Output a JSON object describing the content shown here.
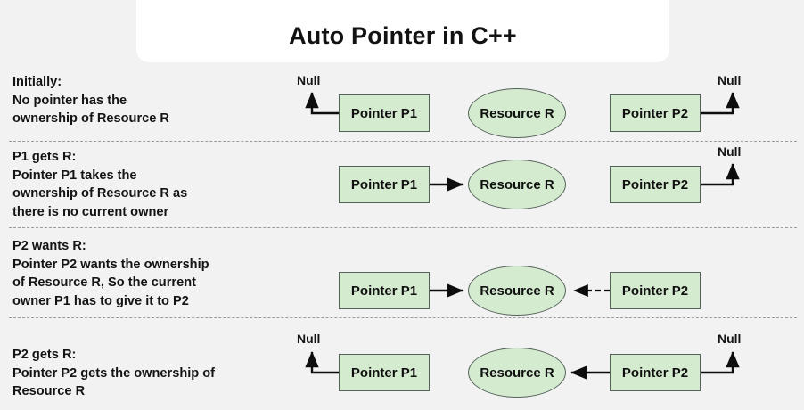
{
  "title": "Auto Pointer in C++",
  "colors": {
    "background": "#f2f2f2",
    "card": "#ffffff",
    "node_fill": "#d5ebd0",
    "node_stroke": "#55625a",
    "separator": "#9b9b9b",
    "text": "#141414"
  },
  "labels": {
    "pointer_p1": "Pointer P1",
    "pointer_p2": "Pointer P2",
    "resource_r": "Resource R",
    "null": "Null"
  },
  "rows": [
    {
      "id": "initially",
      "heading": "Initially:",
      "body_lines": [
        "No pointer has the",
        "ownership of Resource R"
      ],
      "p1_null": "Null",
      "p2_null": "Null",
      "p1_to_r": "none",
      "p2_to_r": "none"
    },
    {
      "id": "p1-gets-r",
      "heading": "P1 gets R:",
      "body_lines": [
        "Pointer P1 takes the",
        "ownership of Resource R as",
        "there is no current owner"
      ],
      "p1_null": "",
      "p2_null": "Null",
      "p1_to_r": "solid",
      "p2_to_r": "none"
    },
    {
      "id": "p2-wants-r",
      "heading": "P2 wants R:",
      "body_lines": [
        "Pointer P2 wants the ownership",
        "of Resource R, So the current",
        "owner P1 has to give it to P2"
      ],
      "p1_null": "",
      "p2_null": "",
      "p1_to_r": "solid",
      "p2_to_r": "dashed"
    },
    {
      "id": "p2-gets-r",
      "heading": "P2 gets R:",
      "body_lines": [
        "Pointer P2 gets the ownership of",
        "Resource R"
      ],
      "p1_null": "Null",
      "p2_null": "Null",
      "p1_to_r": "none",
      "p2_to_r": "solid"
    }
  ]
}
